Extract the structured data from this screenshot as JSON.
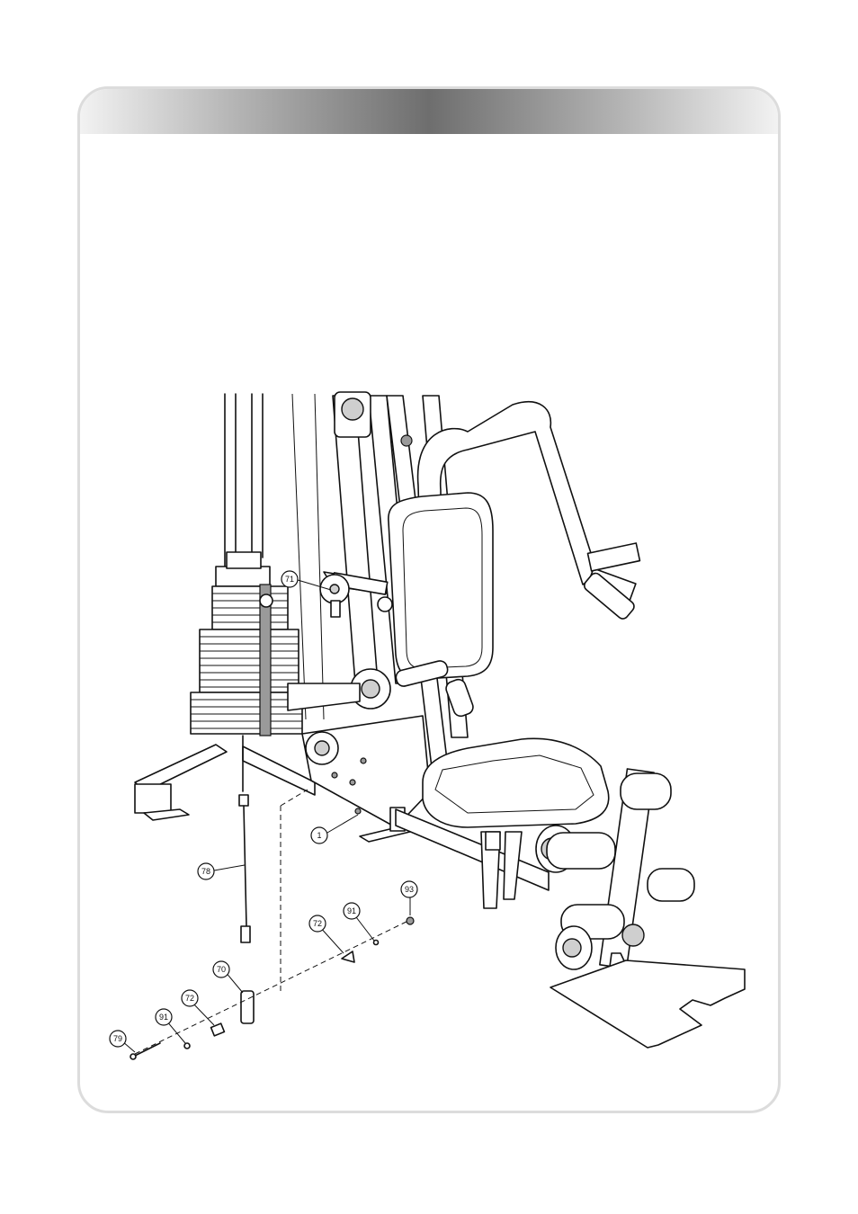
{
  "header": {
    "title": ""
  },
  "diagram": {
    "callouts": [
      {
        "id": "callout-1",
        "label": "1"
      },
      {
        "id": "callout-71",
        "label": "71"
      },
      {
        "id": "callout-78",
        "label": "78"
      },
      {
        "id": "callout-70",
        "label": "70"
      },
      {
        "id": "callout-72a",
        "label": "72"
      },
      {
        "id": "callout-91a",
        "label": "91"
      },
      {
        "id": "callout-79",
        "label": "79"
      },
      {
        "id": "callout-72b",
        "label": "72"
      },
      {
        "id": "callout-91b",
        "label": "91"
      },
      {
        "id": "callout-93",
        "label": "93"
      }
    ]
  }
}
